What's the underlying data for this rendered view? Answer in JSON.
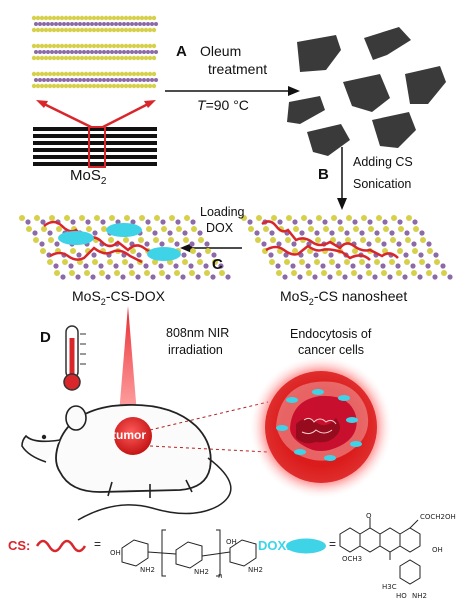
{
  "steps": {
    "a": {
      "letter": "A",
      "line1": "Oleum",
      "line2": "treatment",
      "cond_T": "T",
      "cond_value": "=90 °C"
    },
    "b": {
      "letter": "B",
      "line1": "Adding CS",
      "line2": "Sonication"
    },
    "c": {
      "letter": "C",
      "line1": "Loading",
      "line2": "DOX"
    },
    "d": {
      "letter": "D",
      "line1": "808nm NIR",
      "line2": "irradiation"
    }
  },
  "labels": {
    "mos2": "MoS",
    "mos2_sub": "2",
    "mos2_cs_dox_pre": "MoS",
    "mos2_cs_dox_sub": "2",
    "mos2_cs_dox_post": "-CS-DOX",
    "mos2_cs_pre": "MoS",
    "mos2_cs_sub": "2",
    "mos2_cs_post": "-CS nanosheet",
    "endocytosis_line1": "Endocytosis of",
    "endocytosis_line2": "cancer cells",
    "tumor": "tumor"
  },
  "legend": {
    "cs_label": "CS:",
    "dox_label": "DOX:",
    "equals": "=",
    "n": "n",
    "oh": "OH",
    "nh2": "NH2",
    "och3": "OCH3",
    "cooh": "COCH2OH",
    "h3c": "H3C",
    "ho": "HO",
    "o": "O"
  },
  "colors": {
    "red": "#d8262b",
    "cyan": "#3fd3e8",
    "flake": "#3a3a3a",
    "sulfur": "#d6d04a",
    "molybdenum": "#8c6aa8"
  }
}
